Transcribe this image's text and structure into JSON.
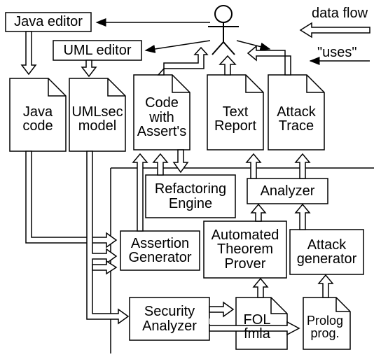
{
  "nodes": {
    "java_editor": "Java editor",
    "uml_editor": "UML editor",
    "java_code": [
      "Java",
      "code"
    ],
    "umlsec_model": [
      "UMLsec",
      "model"
    ],
    "code_asserts": [
      "Code",
      "with",
      "Assert's"
    ],
    "text_report": [
      "Text",
      "Report"
    ],
    "attack_trace": [
      "Attack",
      "Trace"
    ],
    "refactoring_engine": [
      "Refactoring",
      "Engine"
    ],
    "analyzer": "Analyzer",
    "assertion_generator": [
      "Assertion",
      "Generator"
    ],
    "atp": [
      "Automated",
      "Theorem",
      "Prover"
    ],
    "attack_generator": [
      "Attack",
      "generator"
    ],
    "security_analyzer": [
      "Security",
      "Analyzer"
    ],
    "fol_fmla": [
      "FOL",
      "fmla"
    ],
    "prolog_prog": [
      "Prolog",
      "prog."
    ]
  },
  "legend": {
    "data_flow": "data flow",
    "uses": "\"uses\""
  }
}
